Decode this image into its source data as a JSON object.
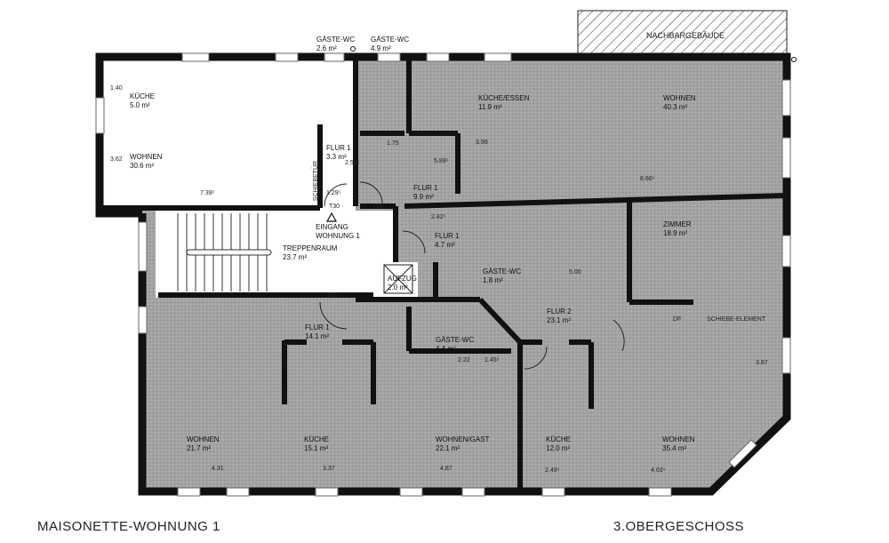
{
  "neighbor_label": "NACHBARGEBÄUDE",
  "rooms": [
    {
      "name": "KÜCHE",
      "area": "5.0 m²"
    },
    {
      "name": "WOHNEN",
      "area": "30.6 m²"
    },
    {
      "name": "FLUR 1",
      "area": "3.3 m²"
    },
    {
      "name": "GÄSTE-WC",
      "area": "2.6 m²"
    },
    {
      "name": "GÄSTE-WC",
      "area": "4.9 m²"
    },
    {
      "name": "FLUR 1",
      "area": "9.9 m²"
    },
    {
      "name": "KÜCHE/ESSEN",
      "area": "11.9 m²"
    },
    {
      "name": "WOHNEN",
      "area": "40.3 m²"
    },
    {
      "name": "TREPPENRAUM",
      "area": "23.7 m²"
    },
    {
      "name": "FLUR 1",
      "area": "4.7 m²"
    },
    {
      "name": "AUFZUG",
      "area": "2.0 m²"
    },
    {
      "name": "GÄSTE-WC",
      "area": "1.8 m²"
    },
    {
      "name": "ZIMMER",
      "area": "18.9 m²"
    },
    {
      "name": "FLUR 1",
      "area": "14.1 m²"
    },
    {
      "name": "GÄSTE-WC",
      "area": "4.4 m²"
    },
    {
      "name": "FLUR 2",
      "area": "23.1 m²"
    },
    {
      "name": "WOHNEN",
      "area": "21.7 m²"
    },
    {
      "name": "KÜCHE",
      "area": "15.1 m²"
    },
    {
      "name": "WOHNEN/GAST",
      "area": "22.1 m²"
    },
    {
      "name": "KÜCHE",
      "area": "12.0 m²"
    },
    {
      "name": "WOHNEN",
      "area": "35.4 m²"
    }
  ],
  "entrance": {
    "line1": "EINGANG",
    "line2": "WOHNUNG 1"
  },
  "door_rating": "T30",
  "dimensions": [
    "7.39⁵",
    "1.29⁵",
    "1.40",
    "3.62",
    "2.59⁵",
    "1.75",
    "5.89⁵",
    "3.99",
    "8.66⁵",
    "2.82⁵",
    "2.22",
    "1.45⁵",
    "4.31",
    "3.37",
    "4.87",
    "2.49⁵",
    "4.03⁵",
    "5.00",
    "3.87"
  ],
  "element_labels": [
    "SCHIEBETÜR",
    "SCHIEBE-ELEMENT",
    "DF"
  ],
  "captions": {
    "left": "MAISONETTE-WOHNUNG 1",
    "right": "3.OBERGESCHOSS"
  }
}
